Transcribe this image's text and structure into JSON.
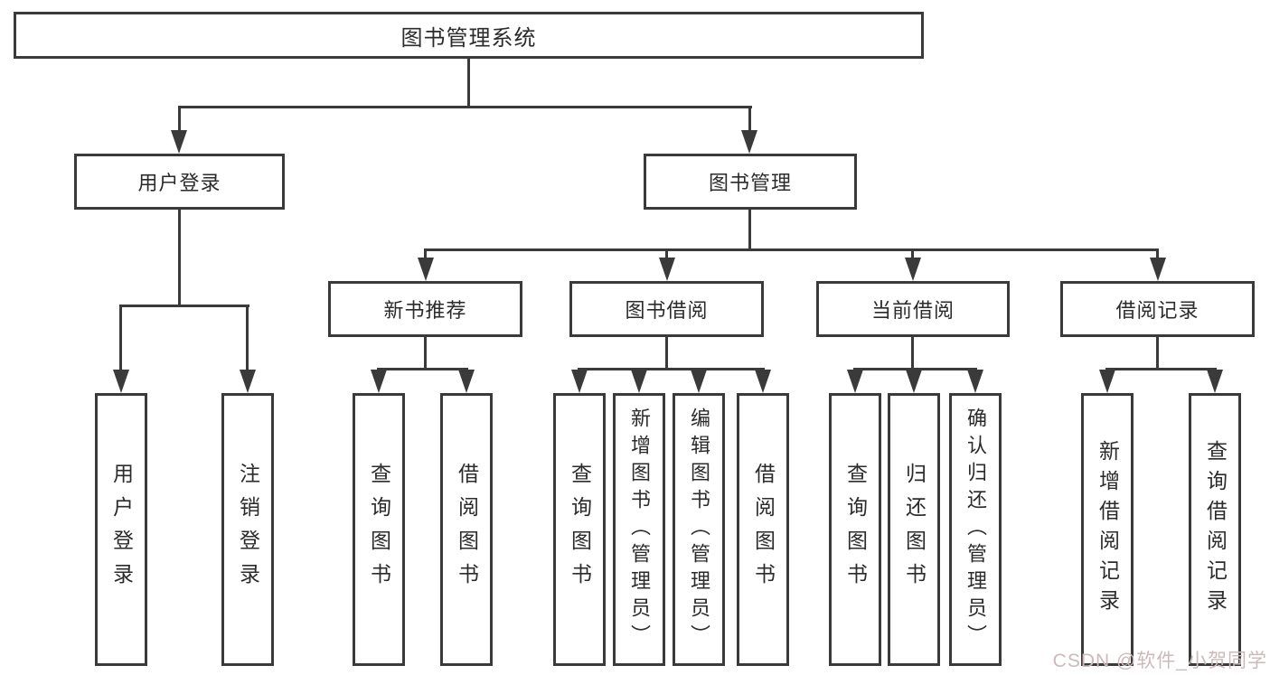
{
  "tree": {
    "label": "图书管理系统",
    "children": [
      {
        "label": "用户登录",
        "children": [
          {
            "label": "用户登录"
          },
          {
            "label": "注销登录"
          }
        ]
      },
      {
        "label": "图书管理",
        "children": [
          {
            "label": "新书推荐",
            "children": [
              {
                "label": "查询图书"
              },
              {
                "label": "借阅图书"
              }
            ]
          },
          {
            "label": "图书借阅",
            "children": [
              {
                "label": "查询图书"
              },
              {
                "label": "新增图书（管理员）"
              },
              {
                "label": "编辑图书（管理员）"
              },
              {
                "label": "借阅图书"
              }
            ]
          },
          {
            "label": "当前借阅",
            "children": [
              {
                "label": "查询图书"
              },
              {
                "label": "归还图书"
              },
              {
                "label": "确认归还（管理员）"
              }
            ]
          },
          {
            "label": "借阅记录",
            "children": [
              {
                "label": "新增借阅记录"
              },
              {
                "label": "查询借阅记录"
              }
            ]
          }
        ]
      }
    ]
  },
  "watermark": {
    "text": "CSDN @软件_小贺同学"
  },
  "colors": {
    "line": "#3a3a3a",
    "text": "#2b2b2b",
    "background": "#ffffff",
    "watermark": "#cdb9b9"
  }
}
